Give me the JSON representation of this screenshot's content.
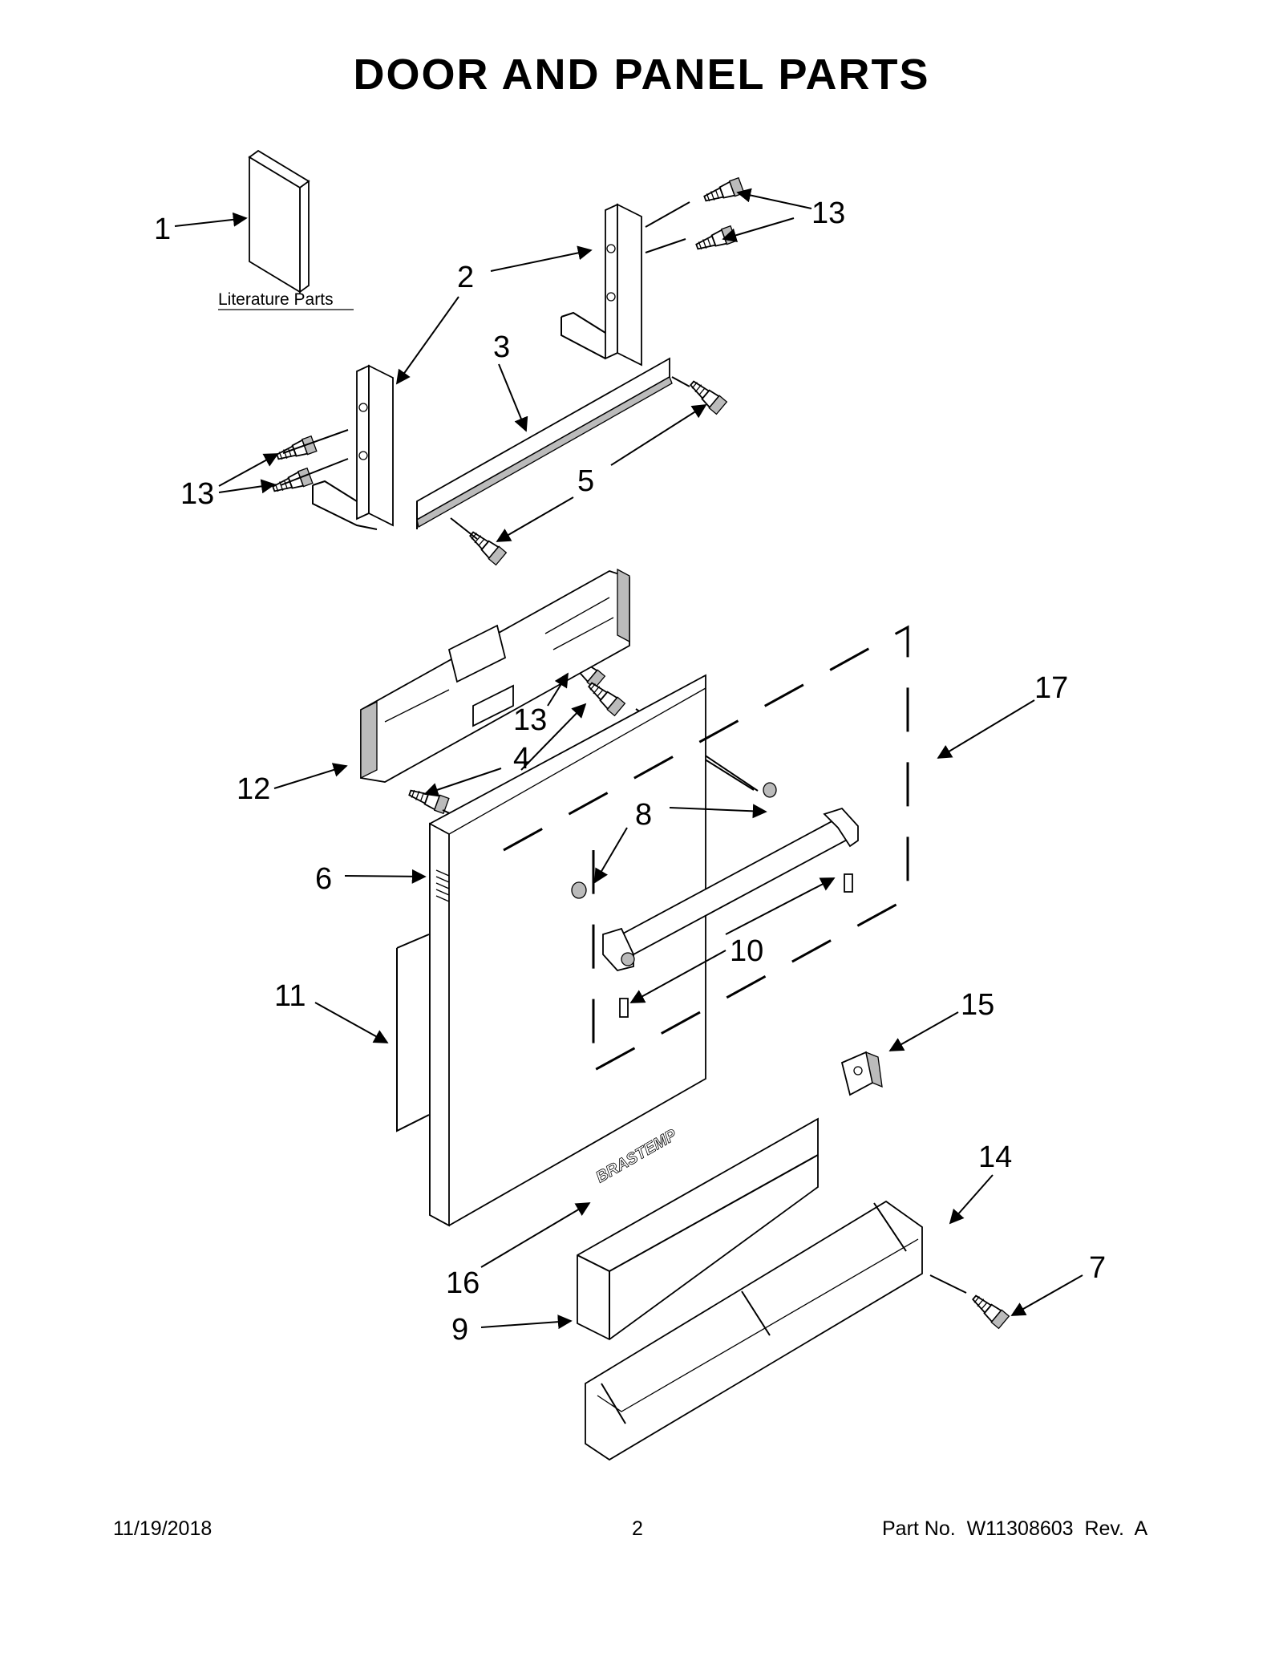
{
  "title": "DOOR AND PANEL PARTS",
  "literature_label": "Literature Parts",
  "callouts": {
    "c1": "1",
    "c2": "2",
    "c3": "3",
    "c4": "4",
    "c5": "5",
    "c6": "6",
    "c7": "7",
    "c8": "8",
    "c9": "9",
    "c10": "10",
    "c11": "11",
    "c12": "12",
    "c13a": "13",
    "c13b": "13",
    "c13c": "13",
    "c14": "14",
    "c15": "15",
    "c16": "16",
    "c17": "17"
  },
  "brand_mark": "BRASTEMP",
  "footer": {
    "date": "11/19/2018",
    "page": "2",
    "part_no": "Part No.  W11308603  Rev.  A"
  }
}
